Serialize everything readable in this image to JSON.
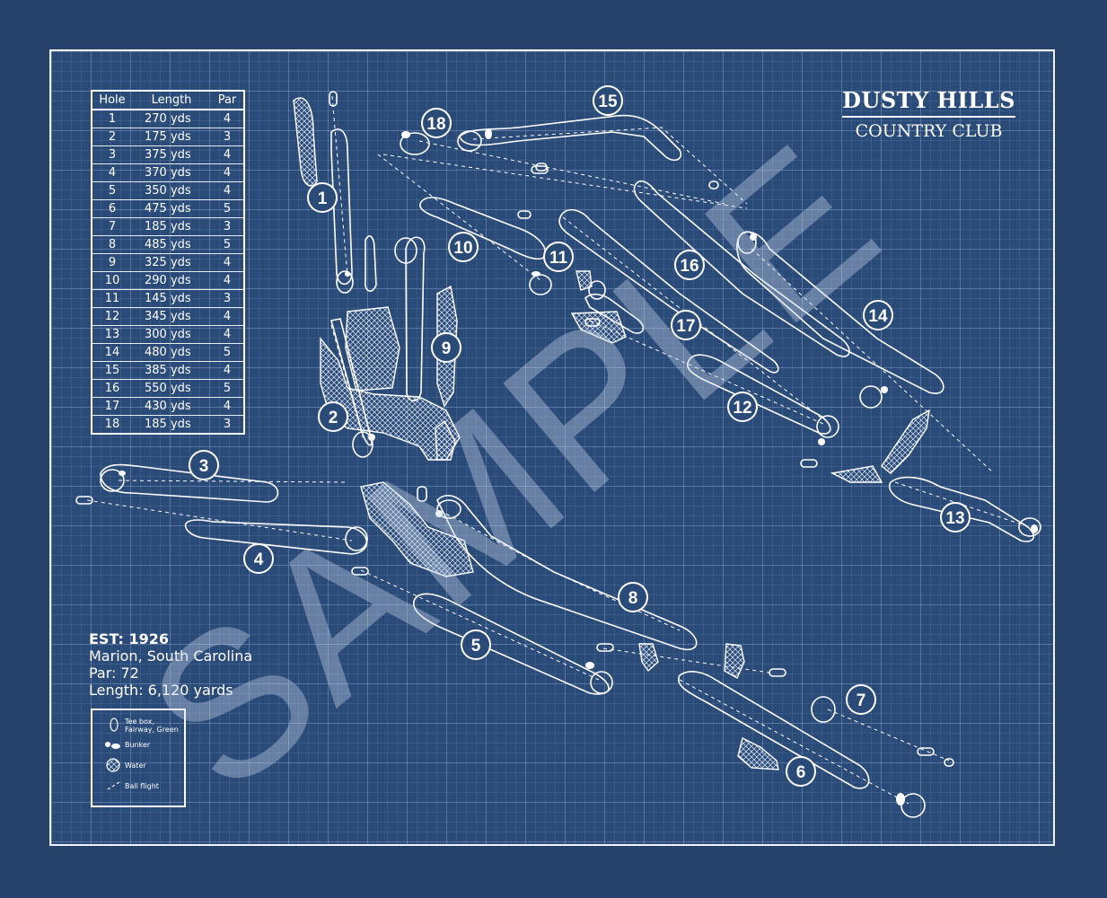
{
  "club": {
    "name_line1": "DUSTY HILLS",
    "name_line2": "COUNTRY CLUB"
  },
  "scorecard": {
    "headers": {
      "hole": "Hole",
      "length": "Length",
      "par": "Par"
    },
    "rows": [
      {
        "hole": "1",
        "length": "270 yds",
        "par": "4"
      },
      {
        "hole": "2",
        "length": "175 yds",
        "par": "3"
      },
      {
        "hole": "3",
        "length": "375 yds",
        "par": "4"
      },
      {
        "hole": "4",
        "length": "370 yds",
        "par": "4"
      },
      {
        "hole": "5",
        "length": "350 yds",
        "par": "4"
      },
      {
        "hole": "6",
        "length": "475 yds",
        "par": "5"
      },
      {
        "hole": "7",
        "length": "185 yds",
        "par": "3"
      },
      {
        "hole": "8",
        "length": "485 yds",
        "par": "5"
      },
      {
        "hole": "9",
        "length": "325 yds",
        "par": "4"
      },
      {
        "hole": "10",
        "length": "290 yds",
        "par": "4"
      },
      {
        "hole": "11",
        "length": "145 yds",
        "par": "3"
      },
      {
        "hole": "12",
        "length": "345 yds",
        "par": "4"
      },
      {
        "hole": "13",
        "length": "300 yds",
        "par": "4"
      },
      {
        "hole": "14",
        "length": "480 yds",
        "par": "5"
      },
      {
        "hole": "15",
        "length": "385 yds",
        "par": "4"
      },
      {
        "hole": "16",
        "length": "550 yds",
        "par": "5"
      },
      {
        "hole": "17",
        "length": "430 yds",
        "par": "4"
      },
      {
        "hole": "18",
        "length": "185 yds",
        "par": "3"
      }
    ]
  },
  "info": {
    "established": "EST: 1926",
    "location": "Marion, South Carolina",
    "par": "Par: 72",
    "length": "Length: 6,120 yards"
  },
  "legend": {
    "tee": "Tee box, Fairway, Green",
    "bunker": "Bunker",
    "water": "Water",
    "flight": "Ball flight"
  },
  "hole_markers": [
    "1",
    "2",
    "3",
    "4",
    "5",
    "6",
    "7",
    "8",
    "9",
    "10",
    "11",
    "12",
    "13",
    "14",
    "15",
    "16",
    "17",
    "18"
  ],
  "watermark": "SAMPLE",
  "colors": {
    "background": "#27426a",
    "paper": "#2a4a78",
    "ink": "#ffffff"
  }
}
